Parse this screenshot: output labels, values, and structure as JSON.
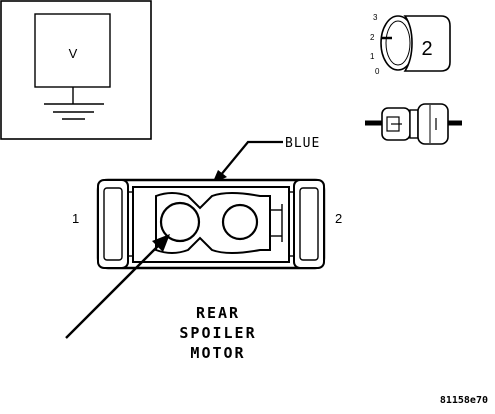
{
  "meter": {
    "symbol": "V"
  },
  "ignition": {
    "positions": [
      "3",
      "2",
      "1",
      "0"
    ],
    "key_number": "2"
  },
  "wire": {
    "color_label": "BLUE"
  },
  "connector": {
    "pin_left": "1",
    "pin_right": "2"
  },
  "component": {
    "line1": "REAR",
    "line2": "SPOILER",
    "line3": "MOTOR"
  },
  "figure_id": "81158e70"
}
